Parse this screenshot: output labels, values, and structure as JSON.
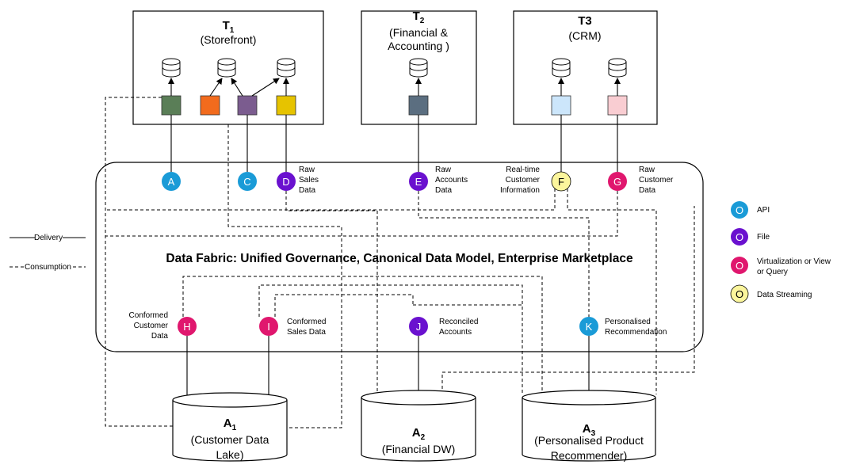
{
  "targets": [
    {
      "name": "T",
      "sub": "1",
      "desc": "(Storefront)"
    },
    {
      "name": "T",
      "sub": "2",
      "desc_line1": "(Financial &",
      "desc_line2": "Accounting )"
    },
    {
      "name": "T3",
      "desc": "(CRM)"
    }
  ],
  "apps": [
    {
      "name": "A",
      "sub": "1",
      "desc_line1": "(Customer Data",
      "desc_line2": "Lake)"
    },
    {
      "name": "A",
      "sub": "2",
      "desc_line1": "(Financial DW)"
    },
    {
      "name": "A",
      "sub": "3",
      "desc_line1": "(Personalised Product",
      "desc_line2": "Recommender)"
    }
  ],
  "fabric_title": "Data Fabric: Unified Governance, Canonical Data Model, Enterprise Marketplace",
  "nodes": {
    "A": {
      "letter": "A",
      "type": "API"
    },
    "C": {
      "letter": "C",
      "type": "API"
    },
    "D": {
      "letter": "D",
      "type": "File",
      "label": [
        "Raw",
        "Sales",
        "Data"
      ]
    },
    "E": {
      "letter": "E",
      "type": "File",
      "label": [
        "Raw",
        "Accounts",
        "Data"
      ]
    },
    "F": {
      "letter": "F",
      "type": "Data Streaming",
      "label": [
        "Real-time",
        "Customer",
        "Information"
      ]
    },
    "G": {
      "letter": "G",
      "type": "Virtualization",
      "label": [
        "Raw",
        "Customer",
        "Data"
      ]
    },
    "H": {
      "letter": "H",
      "type": "Virtualization",
      "label": [
        "Conformed",
        "Customer",
        "Data"
      ]
    },
    "I": {
      "letter": "I",
      "type": "Virtualization",
      "label": [
        "Conformed",
        "Sales Data"
      ]
    },
    "J": {
      "letter": "J",
      "type": "File",
      "label": [
        "Reconciled",
        "Accounts"
      ]
    },
    "K": {
      "letter": "K",
      "type": "API",
      "label": [
        "Personalised",
        "Recommendation"
      ]
    }
  },
  "line_legend": {
    "delivery": "Delivery",
    "consumption": "Consumption"
  },
  "legend": [
    {
      "letter": "O",
      "label": "API",
      "color": "#1a9bd7"
    },
    {
      "letter": "O",
      "label": "File",
      "color": "#6a11cf"
    },
    {
      "letter": "O",
      "label_line1": "Virtualization or View",
      "label_line2": "or Query",
      "color": "#e0176e"
    },
    {
      "letter": "O",
      "label": "Data Streaming",
      "color": "#fbf59c"
    }
  ],
  "colors": {
    "api": "#1a9bd7",
    "file": "#6a11cf",
    "virtualization": "#e0176e",
    "streaming": "#fbf59c",
    "t1_sq1": "#5a7e57",
    "t1_sq2": "#f26b1d",
    "t1_sq3": "#7b5c8f",
    "t1_sq4": "#e6c300",
    "t2_sq": "#5b6e80",
    "t3_sq1": "#cce6fb",
    "t3_sq2": "#f9cdd2"
  }
}
